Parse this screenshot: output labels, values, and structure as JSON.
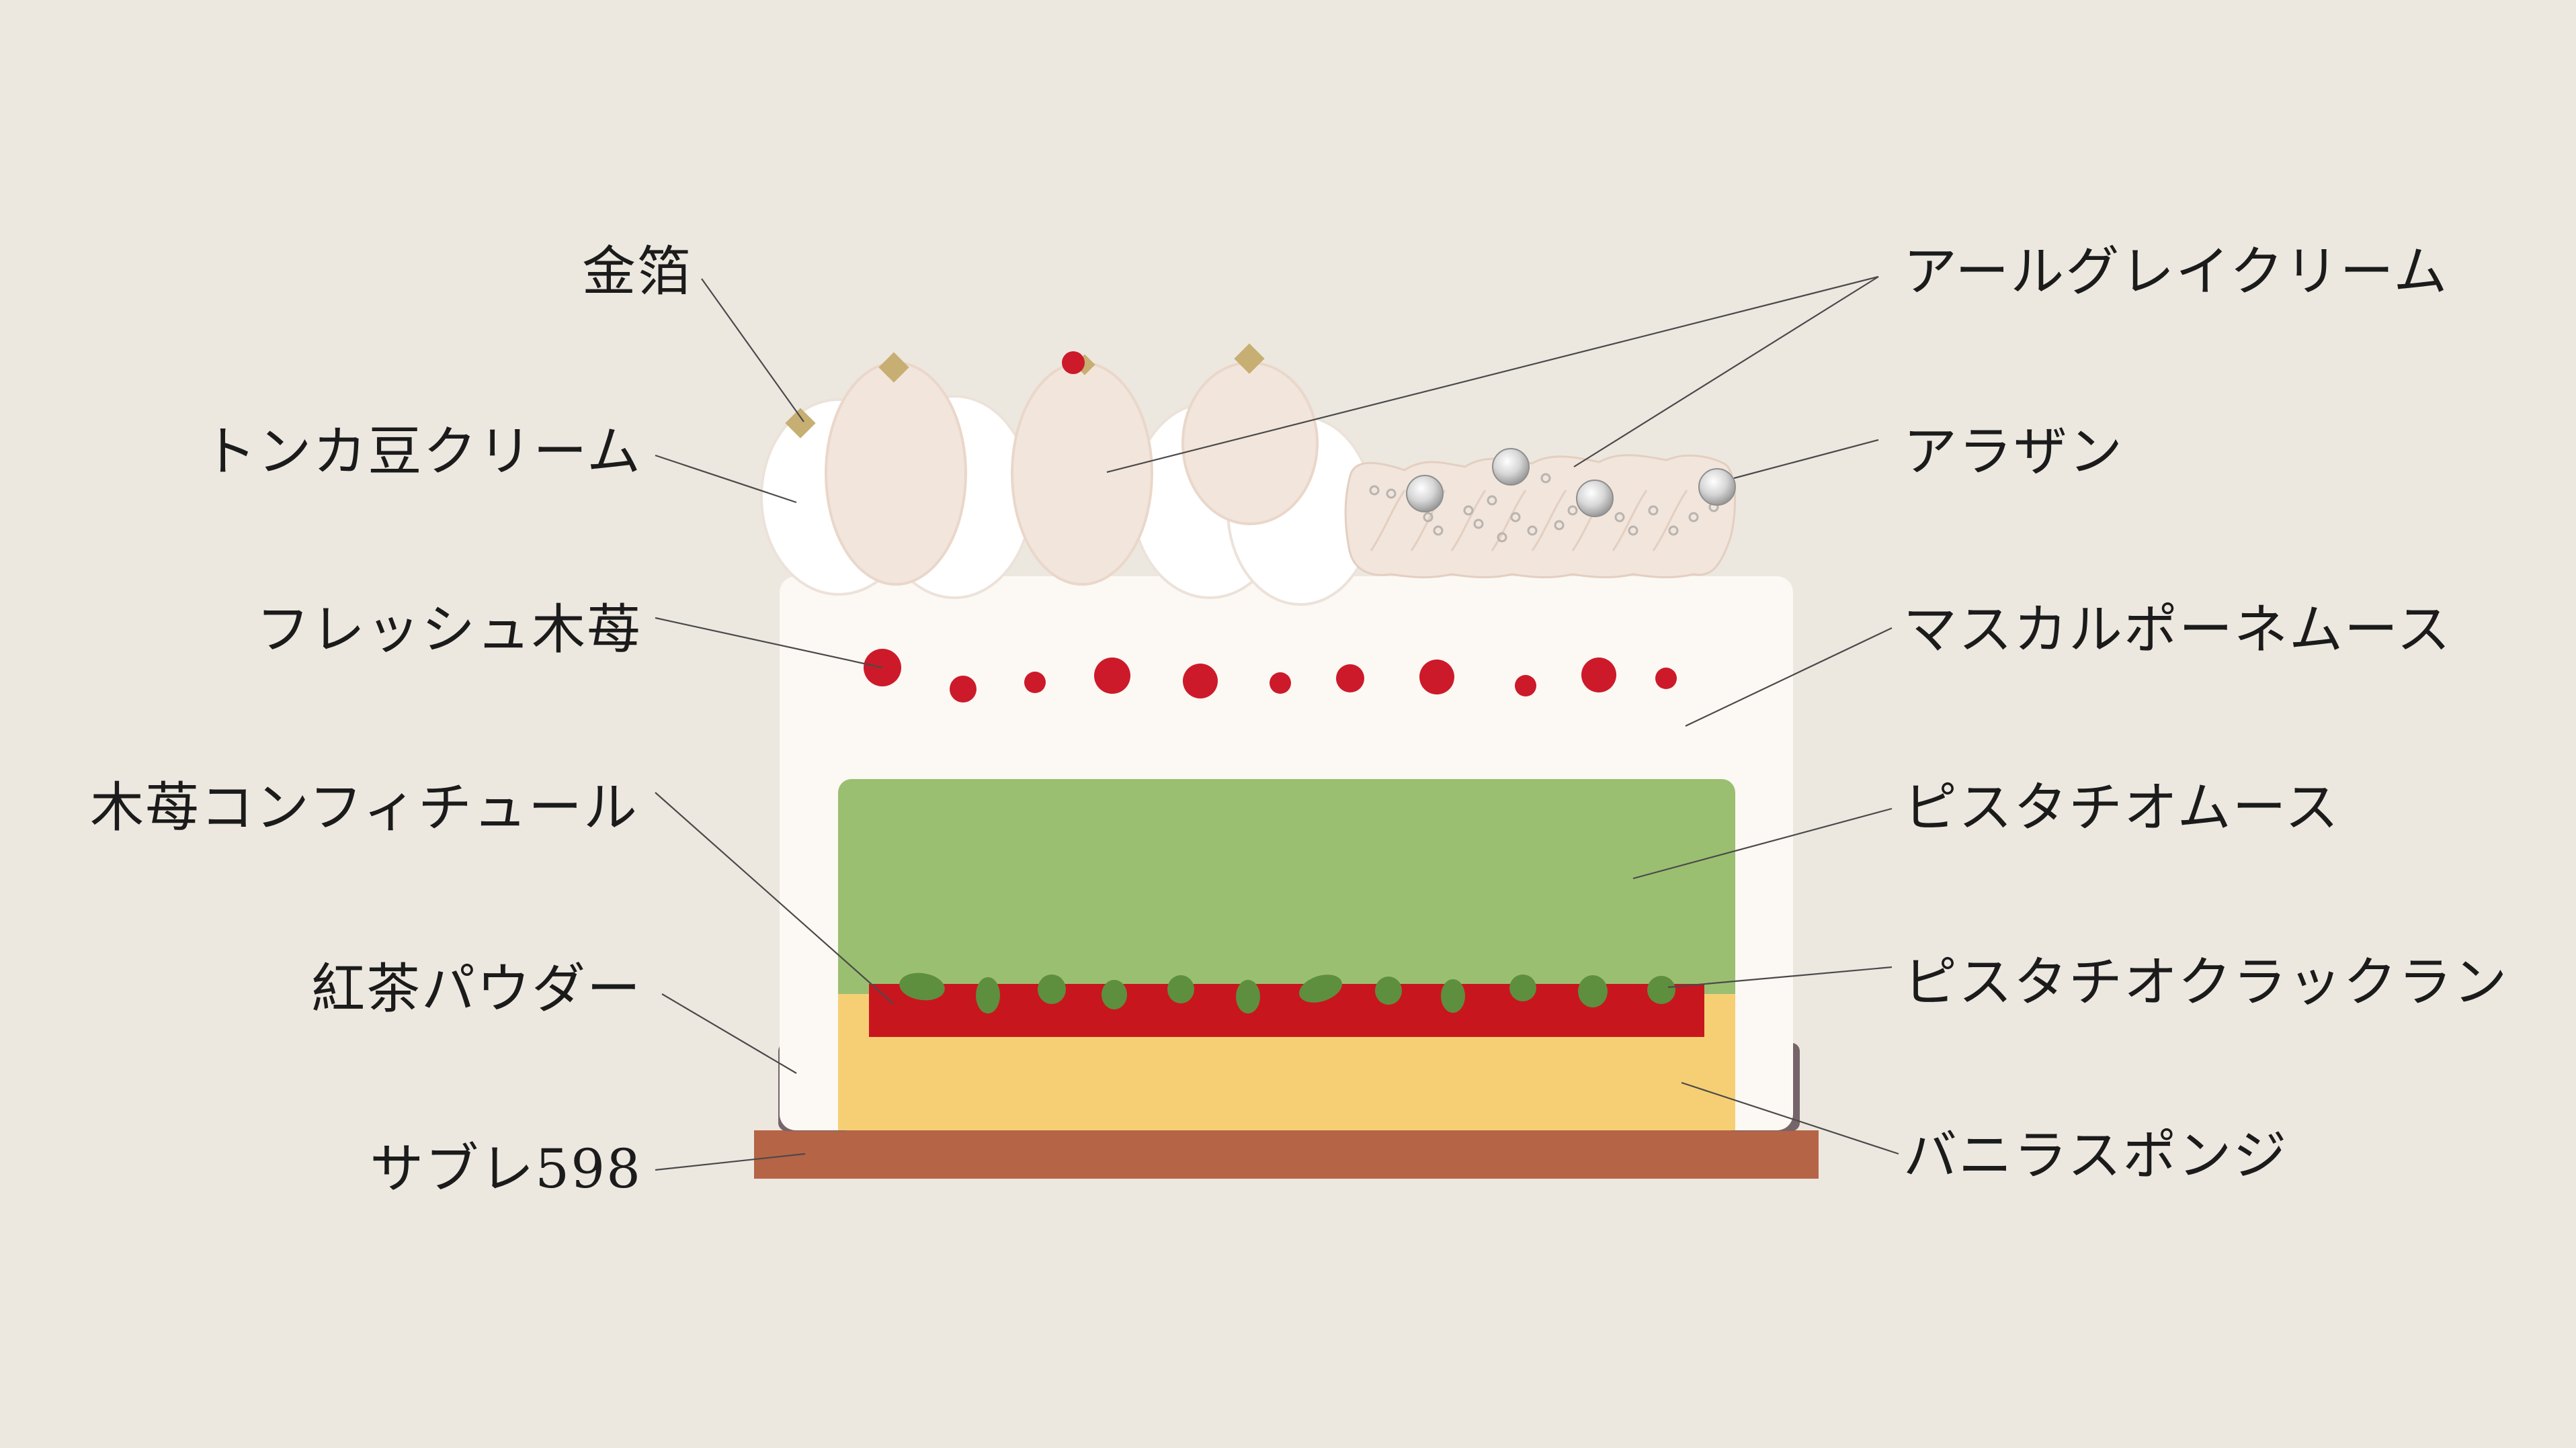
{
  "labels_left": [
    {
      "key": "gold",
      "text": "金箔"
    },
    {
      "key": "tonka",
      "text": "トンカ豆クリーム"
    },
    {
      "key": "fresh_raspberry",
      "text": "フレッシュ木苺"
    },
    {
      "key": "raspberry_confiture",
      "text": "木苺コンフィチュール"
    },
    {
      "key": "tea_powder",
      "text": "紅茶パウダー"
    },
    {
      "key": "sable",
      "text": "サブレ598"
    }
  ],
  "labels_right": [
    {
      "key": "earl_grey",
      "text": "アールグレイクリーム"
    },
    {
      "key": "argent",
      "text": "アラザン"
    },
    {
      "key": "mascarpone",
      "text": "マスカルポーネムース"
    },
    {
      "key": "pistachio_mousse",
      "text": "ピスタチオムース"
    },
    {
      "key": "pistachio_craquelin",
      "text": "ピスタチオクラックラン"
    },
    {
      "key": "vanilla_sponge",
      "text": "バニラスポンジ"
    }
  ],
  "colors": {
    "background": "#ece8e0",
    "text": "#1b1b1b",
    "leader": "#4a4a4a",
    "mascarpone": "#fcf8f3",
    "pistachio": "#9bbf71",
    "confiture": "#c8161e",
    "pistachio_bits": "#5e8f3e",
    "sponge": "#f6cf75",
    "tea_powder": "#75656a",
    "sable": "#b66446",
    "tonka_cream": "#ffffff",
    "earl_grey_cream": "#f2e5db",
    "gold_leaf": "#c7ae72",
    "argent": "#c9c9c9",
    "raspberry": "#cc1a2a"
  }
}
